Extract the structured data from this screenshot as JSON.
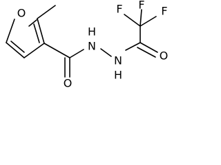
{
  "molecule": {
    "atoms": {
      "o_furan": "O",
      "o_carbonyl_left": "O",
      "o_carbonyl_right": "O",
      "nh_left": "N",
      "h_left": "H",
      "nh_right": "N",
      "h_right": "H",
      "f_top_left": "F",
      "f_top_right": "F",
      "f_right": "F"
    }
  }
}
